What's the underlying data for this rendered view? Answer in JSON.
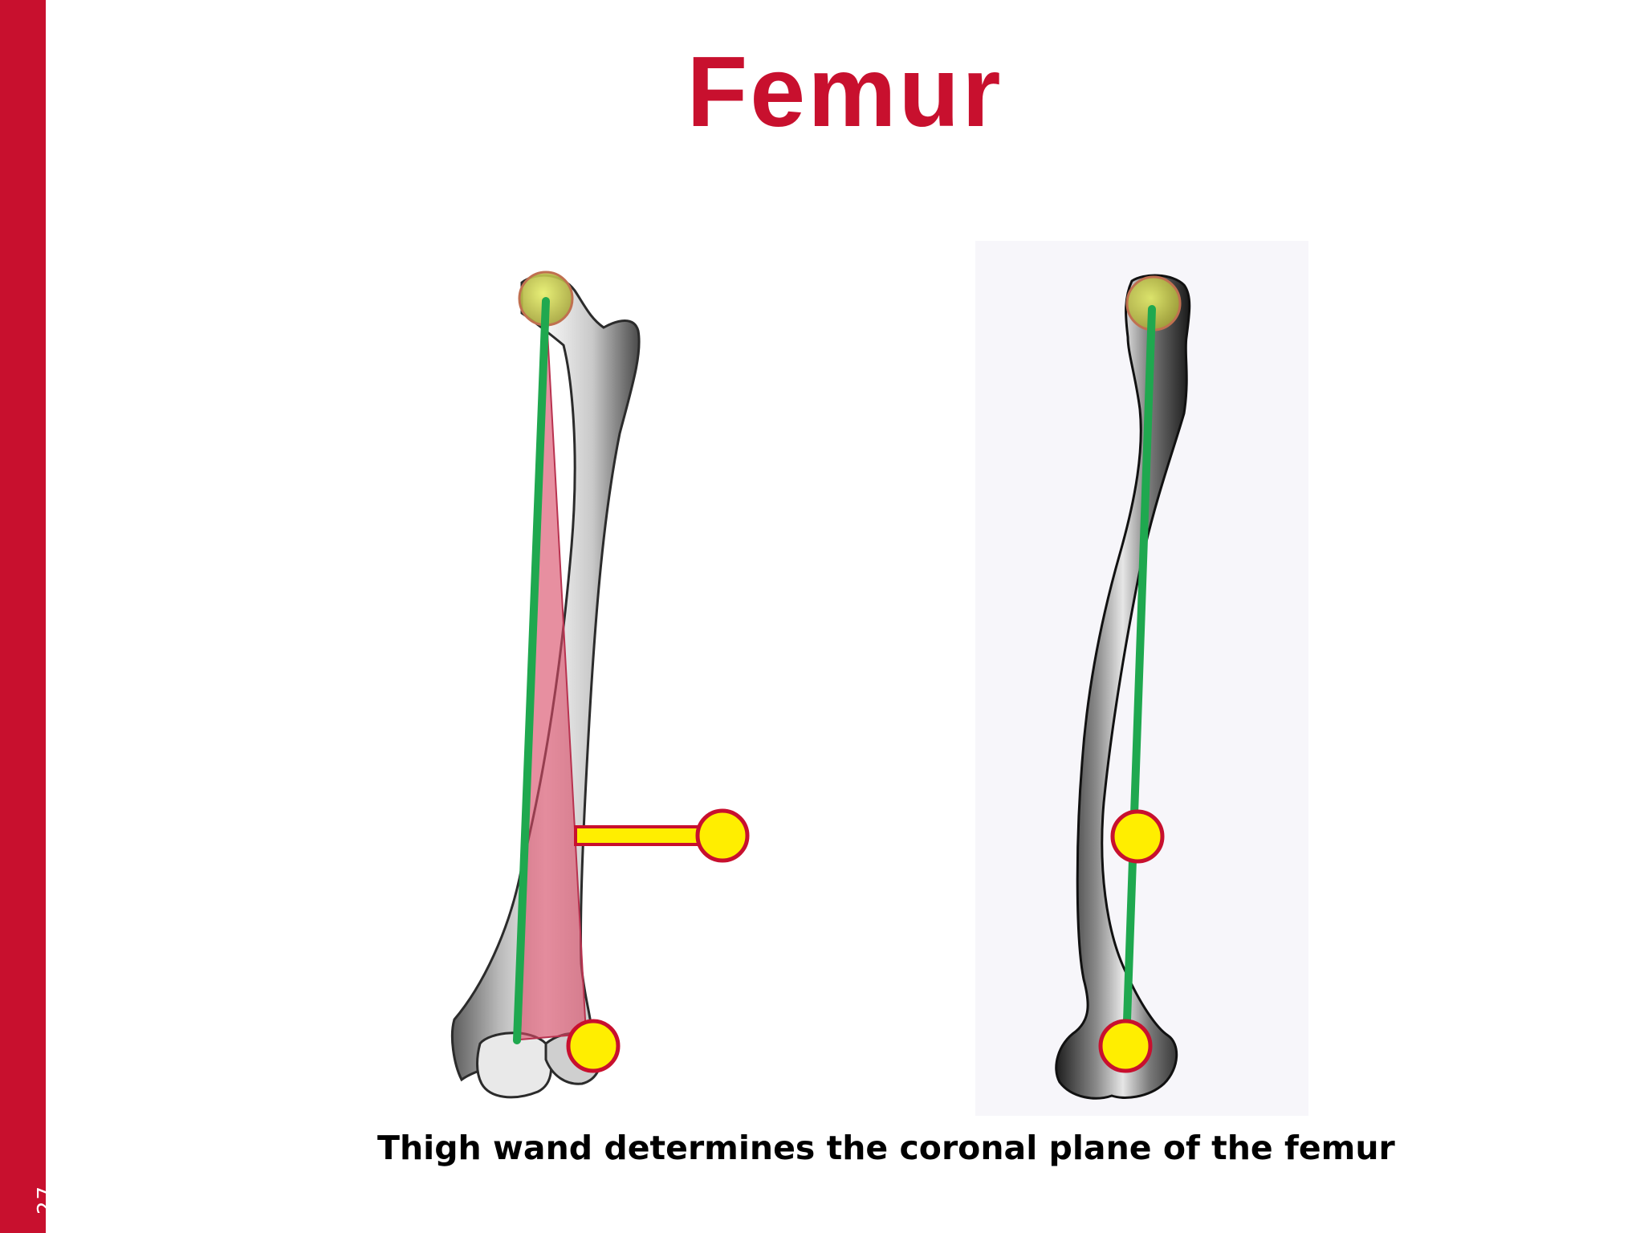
{
  "slide": {
    "number": "27",
    "title": "Femur",
    "caption": "Thigh wand determines the coronal plane of the femur"
  },
  "colors": {
    "accent": "#c8102e",
    "axis_line": "#1fa84f",
    "marker_fill": "#ffee00",
    "marker_stroke": "#c8102e",
    "plane_fill": "#d94a66"
  },
  "figures": {
    "front_view": {
      "label": "",
      "markers": [
        "femoral-head-center",
        "wand-marker",
        "knee-marker"
      ]
    },
    "side_view": {
      "label": "",
      "markers": [
        "femoral-head-center",
        "wand-marker",
        "knee-marker"
      ]
    }
  }
}
